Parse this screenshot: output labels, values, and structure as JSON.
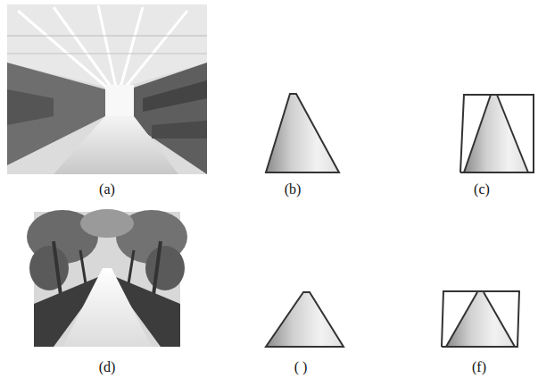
{
  "diagram": {
    "labels": [
      "(a)",
      "(b)",
      "(c)",
      "(d)",
      "( )",
      "(f)"
    ]
  }
}
